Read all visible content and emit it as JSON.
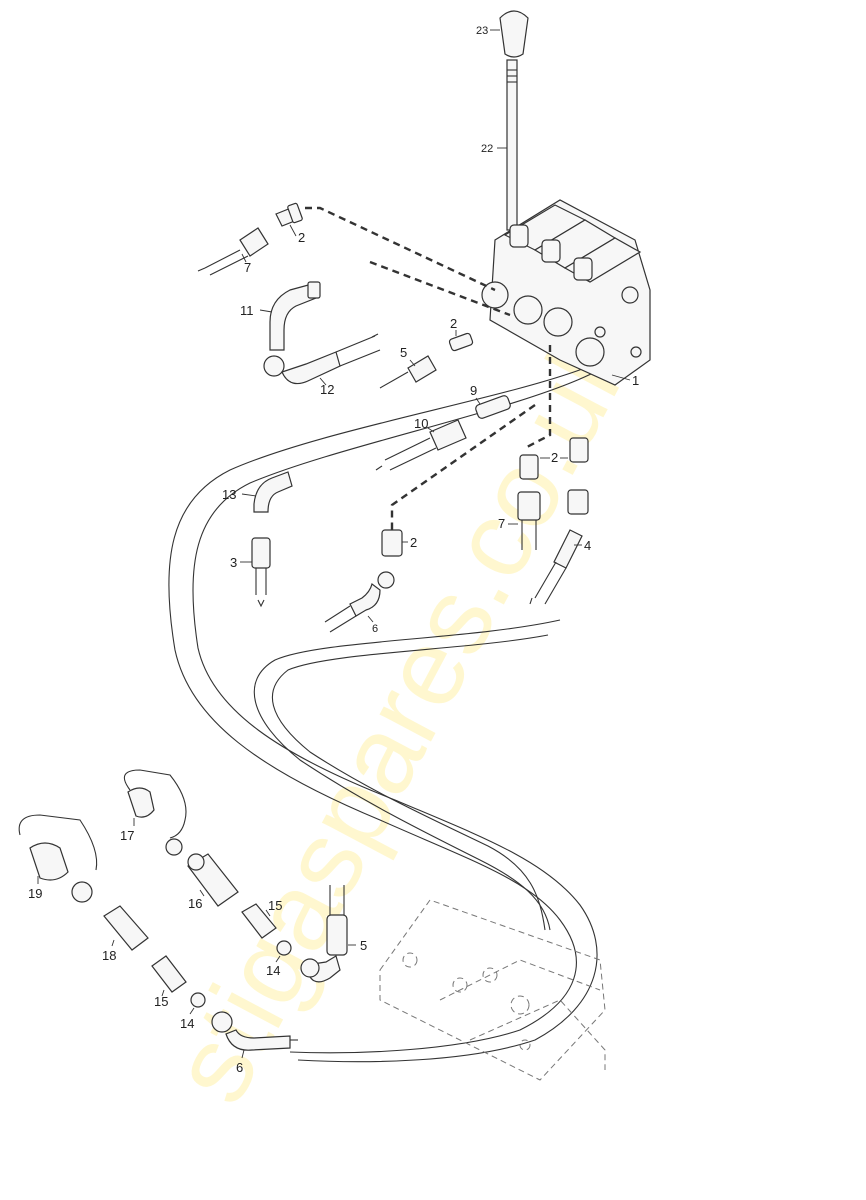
{
  "watermark": "stigaspares.co.uk",
  "labels": {
    "l23": "23",
    "l22": "22",
    "l2a": "2",
    "l7a": "7",
    "l11": "11",
    "l2b": "2",
    "l5a": "5",
    "l12": "12",
    "l1": "1",
    "l9": "9",
    "l10": "10",
    "l13": "13",
    "l2c": "2",
    "l7b": "7",
    "l4": "4",
    "l3": "3",
    "l2d": "2",
    "l6a": "6",
    "l17": "17",
    "l19": "19",
    "l16": "16",
    "l15a": "15",
    "l5b": "5",
    "l18": "18",
    "l14a": "14",
    "l15b": "15",
    "l14b": "14",
    "l6b": "6"
  }
}
